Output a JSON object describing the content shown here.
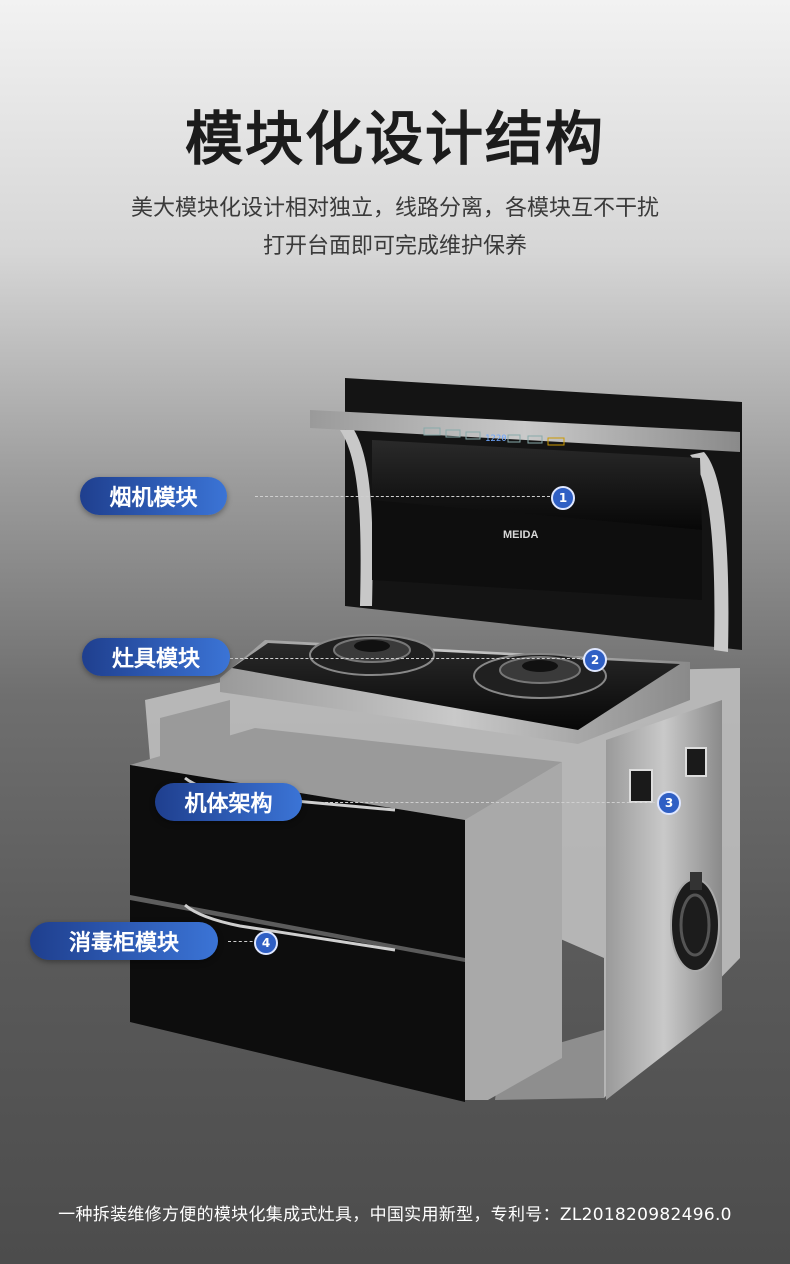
{
  "title": "模块化设计结构",
  "subtitle_line1": "美大模块化设计相对独立，线路分离，各模块互不干扰",
  "subtitle_line2": "打开台面即可完成维护保养",
  "brand": "MEIDA",
  "display_time": "1220",
  "modules": [
    {
      "label": "烟机模块",
      "num": "1"
    },
    {
      "label": "灶具模块",
      "num": "2"
    },
    {
      "label": "机体架构",
      "num": "3"
    },
    {
      "label": "消毒柜模块",
      "num": "4"
    }
  ],
  "footer": "一种拆装维修方便的模块化集成式灶具，中国实用新型，专利号：ZL201820982496.0"
}
